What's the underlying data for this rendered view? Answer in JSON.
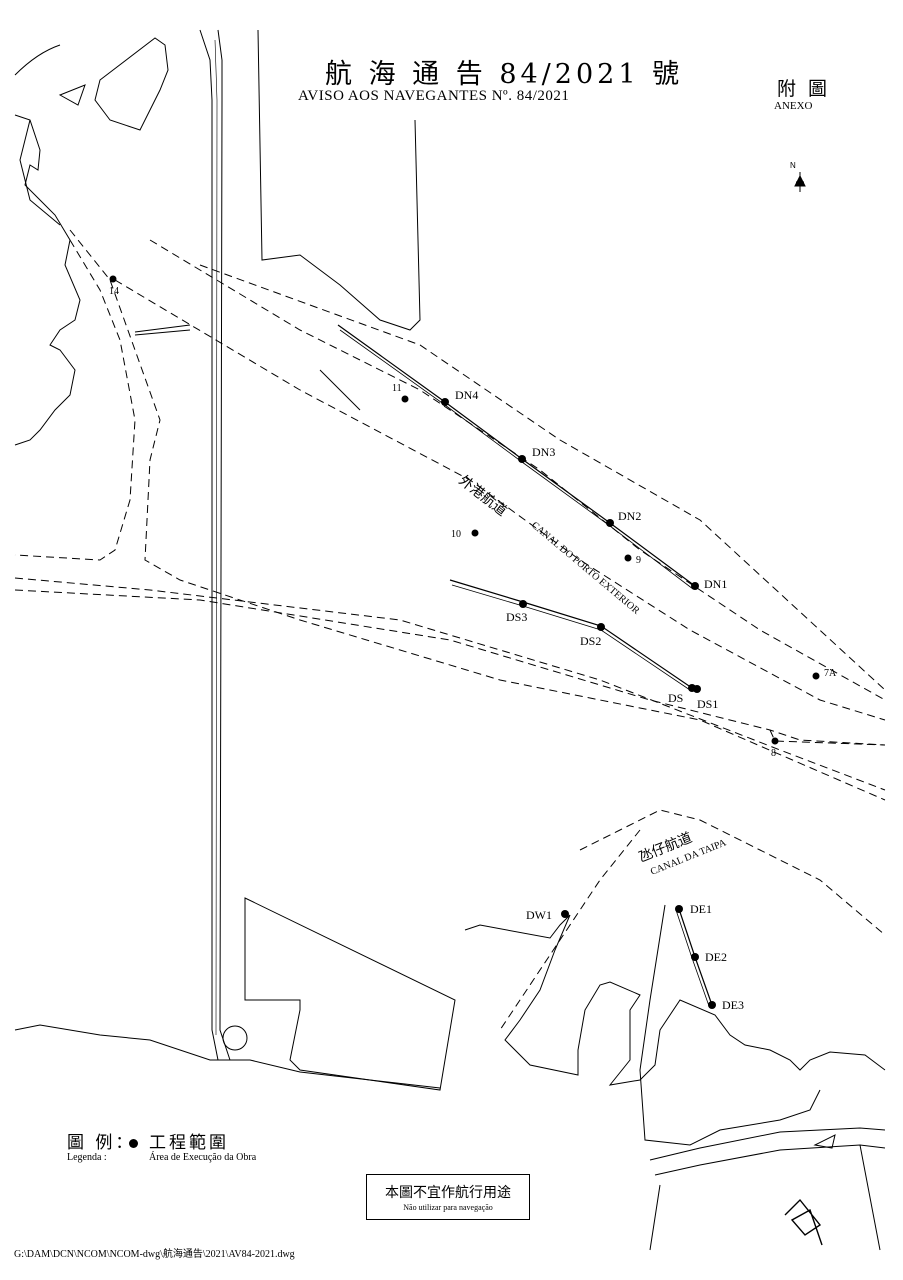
{
  "header": {
    "title_zh": "航 海 通 告 84/2021 號",
    "title_pt": "AVISO AOS NAVEGANTES Nº. 84/2021",
    "annex_zh": "附 圖",
    "annex_pt": "ANEXO"
  },
  "compass": {
    "label": "N",
    "icon": "north-arrow-icon"
  },
  "channels": {
    "outer_zh": "外港航道",
    "outer_pt": "CANAL DO PORTO EXTERIOR",
    "taipa_zh": "氹仔航道",
    "taipa_pt": "CANAL DA TAIPA"
  },
  "points": [
    {
      "id": "14",
      "label": "14"
    },
    {
      "id": "11",
      "label": "11"
    },
    {
      "id": "10",
      "label": "10"
    },
    {
      "id": "9",
      "label": "9"
    },
    {
      "id": "8",
      "label": "8"
    },
    {
      "id": "7A",
      "label": "7A"
    },
    {
      "id": "DN4",
      "label": "DN4"
    },
    {
      "id": "DN3",
      "label": "DN3"
    },
    {
      "id": "DN2",
      "label": "DN2"
    },
    {
      "id": "DN1",
      "label": "DN1"
    },
    {
      "id": "DS3",
      "label": "DS3"
    },
    {
      "id": "DS2",
      "label": "DS2"
    },
    {
      "id": "DS",
      "label": "DS"
    },
    {
      "id": "DS1",
      "label": "DS1"
    },
    {
      "id": "DW1",
      "label": "DW1"
    },
    {
      "id": "DE1",
      "label": "DE1"
    },
    {
      "id": "DE2",
      "label": "DE2"
    },
    {
      "id": "DE3",
      "label": "DE3"
    }
  ],
  "legend": {
    "title_zh": "圖 例：",
    "title_pt": "Legenda :",
    "item_zh": "工程範圍",
    "item_pt": "Área de Execução da Obra"
  },
  "disclaimer": {
    "zh": "本圖不宜作航行用途",
    "pt": "Não utilizar para navegação"
  },
  "footer": {
    "filepath": "G:\\DAM\\DCN\\NCOM\\NCOM-dwg\\航海通告\\2021\\AV84-2021.dwg"
  }
}
